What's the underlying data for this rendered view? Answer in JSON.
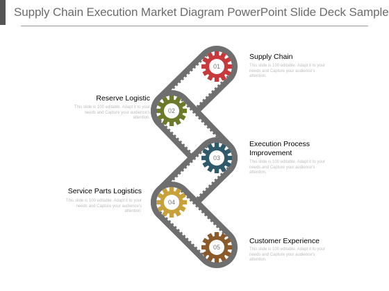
{
  "title": "Supply Chain Execution Market Diagram PowerPoint Slide Deck Samples",
  "steps": [
    {
      "number": "01",
      "label": "Supply Chain",
      "desc": "This slide is 100 editable. Adapt it to your needs and Capture your audience's attention.",
      "color": "#c8393b"
    },
    {
      "number": "02",
      "label": "Reserve Logistic",
      "desc": "This slide is 100 editable. Adapt it to your needs and Capture your audience's attention.",
      "color": "#6e7a2b"
    },
    {
      "number": "03",
      "label": "Execution Process Improvement",
      "desc": "This slide is 100 editable. Adapt it to your needs and Capture your audience's attention.",
      "color": "#2f5a6b"
    },
    {
      "number": "04",
      "label": "Service Parts Logistics",
      "desc": "This slide is 100 editable. Adapt it to your needs and Capture your audience's attention.",
      "color": "#c8a13a"
    },
    {
      "number": "05",
      "label": "Customer Experience",
      "desc": "This slide is 100 editable. Adapt it to your needs and Capture your audience's attention.",
      "color": "#8a5a2b"
    }
  ],
  "colors": {
    "chain": "#6f6f6f",
    "title": "#6b6b6b",
    "desc": "#bdbdbd"
  }
}
